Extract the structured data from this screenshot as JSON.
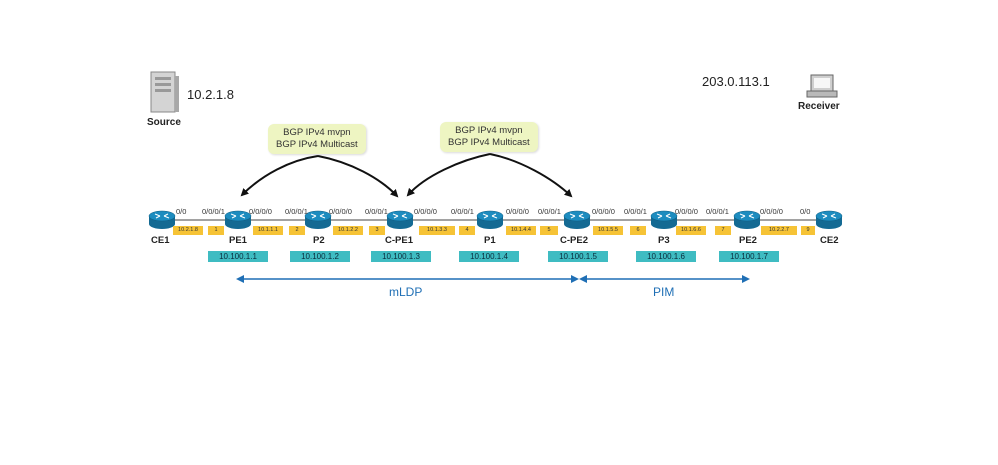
{
  "source": {
    "label": "Source",
    "ip": "10.2.1.8",
    "icon": "server-icon"
  },
  "receiver": {
    "label": "Receiver",
    "ip": "203.0.113.1",
    "icon": "computer-icon"
  },
  "notes": [
    {
      "line1": "BGP IPv4 mvpn",
      "line2": "BGP IPv4 Multicast"
    },
    {
      "line1": "BGP IPv4 mvpn",
      "line2": "BGP IPv4 Multicast"
    }
  ],
  "routers": [
    {
      "name": "CE1"
    },
    {
      "name": "PE1"
    },
    {
      "name": "P2"
    },
    {
      "name": "C-PE1"
    },
    {
      "name": "P1"
    },
    {
      "name": "C-PE2"
    },
    {
      "name": "P3"
    },
    {
      "name": "PE2"
    },
    {
      "name": "CE2"
    }
  ],
  "interfaces": [
    "0/0",
    "0/0/0/1",
    "0/0/0/0",
    "0/0/0/1",
    "0/0/0/0",
    "0/0/0/1",
    "0/0/0/0",
    "0/0/0/1",
    "0/0/0/0",
    "0/0/0/1",
    "0/0/0/0",
    "0/0/0/1",
    "0/0/0/0",
    "0/0/0/1",
    "0/0/0/0",
    "0/0"
  ],
  "link_ips": [
    "10.2.1.8",
    "1",
    "10.1.1.1",
    "2",
    "10.1.2.2",
    "3",
    "10.1.3.3",
    "4",
    "10.1.4.4",
    "5",
    "10.1.5.5",
    "6",
    "10.1.6.6",
    "7",
    "10.2.2.7",
    "9"
  ],
  "loopbacks": [
    "10.100.1.1",
    "10.100.1.2",
    "10.100.1.3",
    "10.100.1.4",
    "10.100.1.5",
    "10.100.1.6",
    "10.100.1.7"
  ],
  "segments": {
    "mldp": "mLDP",
    "pim": "PIM"
  },
  "colors": {
    "router": "#1d8cbf",
    "link_box": "#f6c336",
    "loopback_box": "#3fbcc2",
    "note": "#eef5c2",
    "segment_arrow": "#1f6fb5"
  }
}
